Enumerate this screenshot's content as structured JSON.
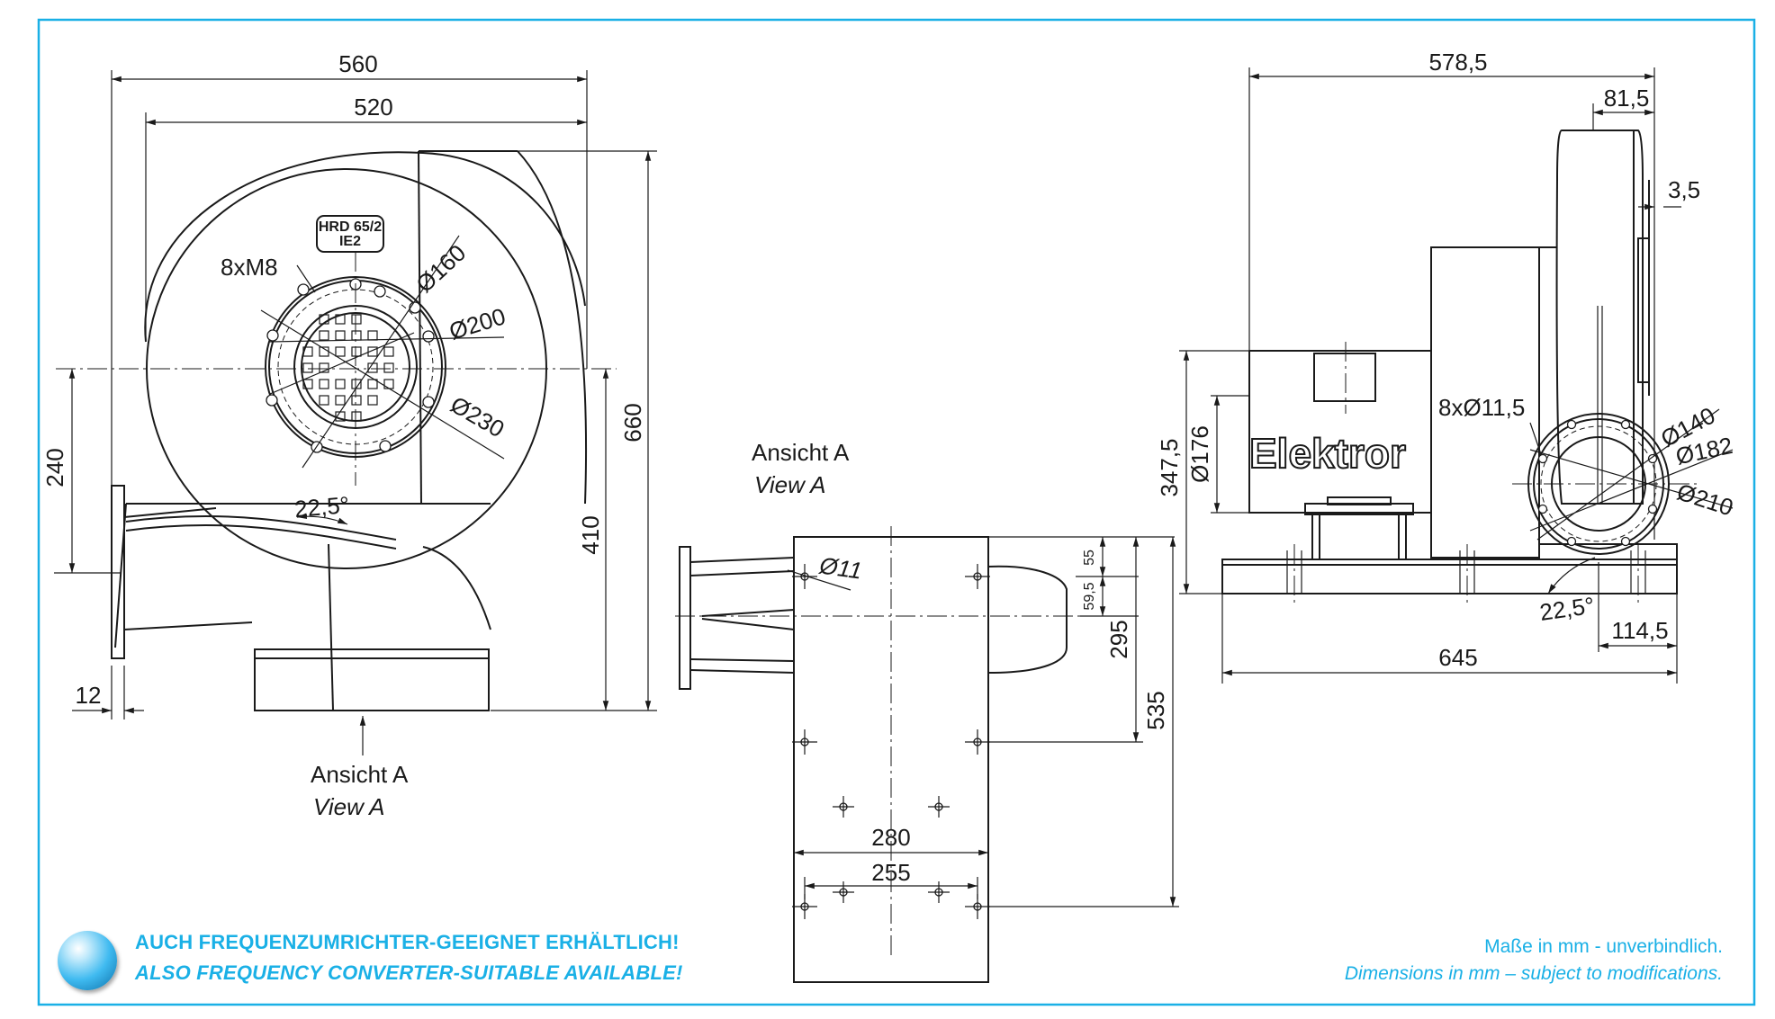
{
  "colors": {
    "frame": "#1ab0e6",
    "note": "#1ab0e6",
    "line": "#1a1a1a"
  },
  "front_view": {
    "dim_width_outer": "560",
    "dim_width_inner": "520",
    "dim_height_total": "660",
    "dim_center_height": "410",
    "dim_outlet": "240",
    "dim_flange": "12",
    "label_holes": "8xM8",
    "dia_160": "Ø160",
    "dia_200": "Ø200",
    "dia_230": "Ø230",
    "angle": "22,5°",
    "plate_line1": "HRD 65/2",
    "plate_line2": "IE2",
    "view_de": "Ansicht A",
    "view_en": "View A"
  },
  "view_a": {
    "title_de": "Ansicht A",
    "title_en": "View A",
    "dia_11": "Ø11",
    "dim_55": "55",
    "dim_59_5": "59,5",
    "dim_295": "295",
    "dim_535": "535",
    "dim_280": "280",
    "dim_255": "255"
  },
  "side_view": {
    "dim_total": "578,5",
    "dim_81_5": "81,5",
    "dim_3_5": "3,5",
    "dim_347_5": "347,5",
    "dia_176": "Ø176",
    "label_holes": "8xØ11,5",
    "dia_140": "Ø140",
    "dia_182": "Ø182",
    "dia_210": "Ø210",
    "angle": "22,5°",
    "dim_114_5": "114,5",
    "dim_645": "645",
    "brand": "Elektror"
  },
  "notes": {
    "line1": "AUCH FREQUENZUMRICHTER-GEEIGNET ERHÄLTLICH!",
    "line2": "ALSO FREQUENCY CONVERTER-SUITABLE AVAILABLE!",
    "disclaimer_de": "Maße in mm - unverbindlich.",
    "disclaimer_en": "Dimensions in mm – subject to modifications."
  }
}
